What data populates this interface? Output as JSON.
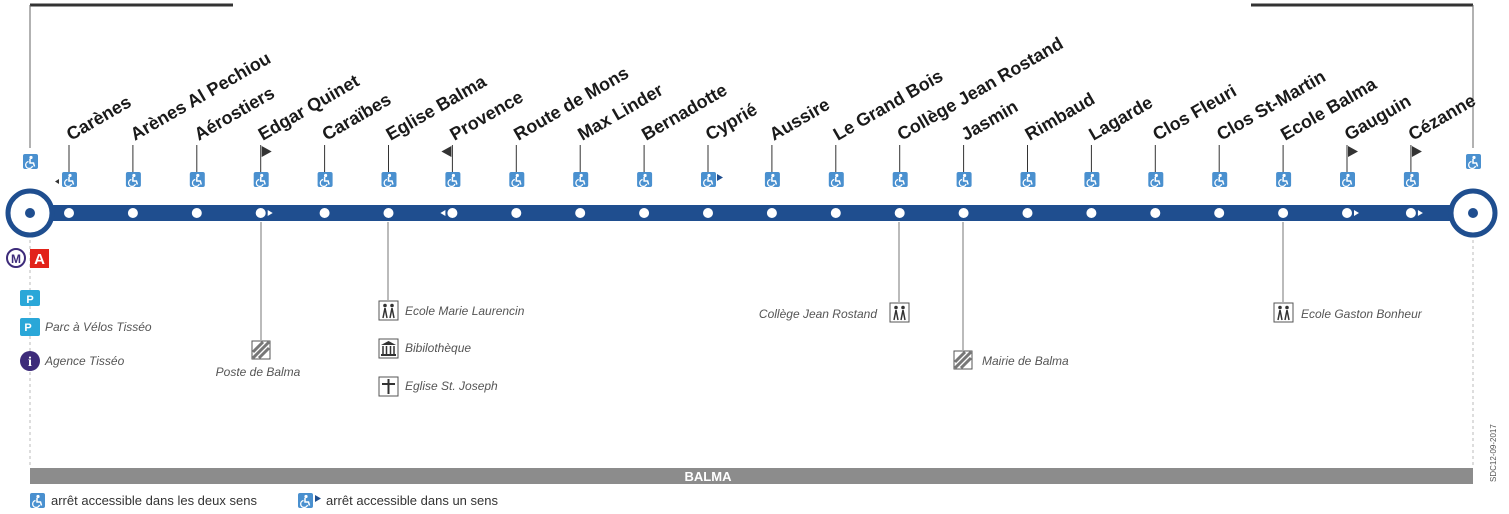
{
  "line": {
    "color": "#1f4e8f",
    "stops": [
      {
        "name": "Carènes",
        "accessible": "both",
        "dir": "left"
      },
      {
        "name": "Arènes Al Pechiou",
        "accessible": "both",
        "dir": ""
      },
      {
        "name": "Aérostiers",
        "accessible": "both",
        "dir": ""
      },
      {
        "name": "Edgar Quinet",
        "accessible": "both",
        "dir": "right",
        "flag": "right"
      },
      {
        "name": "Caraïbes",
        "accessible": "both",
        "dir": ""
      },
      {
        "name": "Eglise Balma",
        "accessible": "both",
        "dir": ""
      },
      {
        "name": "Provence",
        "accessible": "both",
        "dir": "left",
        "flag": "left"
      },
      {
        "name": "Route de Mons",
        "accessible": "both",
        "dir": ""
      },
      {
        "name": "Max Linder",
        "accessible": "both",
        "dir": ""
      },
      {
        "name": "Bernadotte",
        "accessible": "both",
        "dir": ""
      },
      {
        "name": "Cyprié",
        "accessible": "one",
        "dir": ""
      },
      {
        "name": "Aussire",
        "accessible": "both",
        "dir": ""
      },
      {
        "name": "Le Grand Bois",
        "accessible": "both",
        "dir": ""
      },
      {
        "name": "Collège Jean Rostand",
        "accessible": "both",
        "dir": ""
      },
      {
        "name": "Jasmin",
        "accessible": "both",
        "dir": ""
      },
      {
        "name": "Rimbaud",
        "accessible": "both",
        "dir": ""
      },
      {
        "name": "Lagarde",
        "accessible": "both",
        "dir": ""
      },
      {
        "name": "Clos Fleuri",
        "accessible": "both",
        "dir": ""
      },
      {
        "name": "Clos St-Martin",
        "accessible": "both",
        "dir": ""
      },
      {
        "name": "Ecole Balma",
        "accessible": "both",
        "dir": ""
      },
      {
        "name": "Gauguin",
        "accessible": "both",
        "dir": "right",
        "flag": "right"
      },
      {
        "name": "Cézanne",
        "accessible": "both",
        "dir": "right",
        "flag": "right"
      }
    ]
  },
  "left_terminus": {
    "connections": [
      "M",
      "A"
    ],
    "metro_color": "#3d2b7a",
    "line_a_color": "#e2231a",
    "services": [
      {
        "icon": "park-and-ride-icon",
        "label": ""
      },
      {
        "icon": "bike-parking-icon",
        "label": "Parc à Vélos Tisséo"
      },
      {
        "icon": "info-icon",
        "label": "Agence Tisséo"
      }
    ]
  },
  "pois": {
    "poste": "Poste de Balma",
    "ecole_laurencin": "Ecole Marie Laurencin",
    "bibliotheque": "Bibilothèque",
    "eglise_joseph": "Eglise St. Joseph",
    "college": "Collège Jean Rostand",
    "mairie": "Mairie de Balma",
    "ecole_bonheur": "Ecole Gaston Bonheur"
  },
  "zone": {
    "label": "BALMA",
    "color": "#8c8c8c"
  },
  "legend": {
    "both": "arrêt accessible dans les deux sens",
    "one": "arrêt accessible dans un sens"
  },
  "doc_code": "SDC12-09-2017"
}
